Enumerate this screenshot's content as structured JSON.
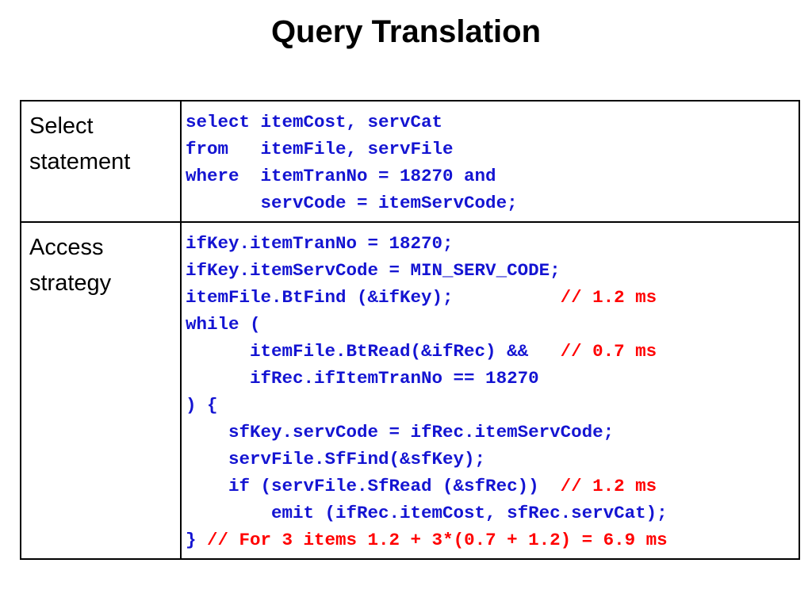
{
  "slide": {
    "title": "Query Translation"
  },
  "rows": [
    {
      "label_lines": [
        "Select",
        "statement"
      ],
      "code_lines": [
        {
          "code": "select itemCost, servCat",
          "comment": ""
        },
        {
          "code": "from   itemFile, servFile",
          "comment": ""
        },
        {
          "code": "where  itemTranNo = 18270 and",
          "comment": ""
        },
        {
          "code": "       servCode = itemServCode;",
          "comment": ""
        }
      ]
    },
    {
      "label_lines": [
        "Access",
        "strategy"
      ],
      "code_lines": [
        {
          "code": "ifKey.itemTranNo = 18270;",
          "comment": ""
        },
        {
          "code": "ifKey.itemServCode = MIN_SERV_CODE;",
          "comment": ""
        },
        {
          "code": "itemFile.BtFind (&ifKey);          ",
          "comment": "// 1.2 ms"
        },
        {
          "code": "while (",
          "comment": ""
        },
        {
          "code": "      itemFile.BtRead(&ifRec) &&   ",
          "comment": "// 0.7 ms"
        },
        {
          "code": "      ifRec.ifItemTranNo == 18270",
          "comment": ""
        },
        {
          "code": ") {",
          "comment": ""
        },
        {
          "code": "    sfKey.servCode = ifRec.itemServCode;",
          "comment": ""
        },
        {
          "code": "    servFile.SfFind(&sfKey);",
          "comment": ""
        },
        {
          "code": "    if (servFile.SfRead (&sfRec))  ",
          "comment": "// 1.2 ms"
        },
        {
          "code": "        emit (ifRec.itemCost, sfRec.servCat);",
          "comment": ""
        },
        {
          "code": "} ",
          "comment": "// For 3 items 1.2 + 3*(0.7 + 1.2) = 6.9 ms"
        }
      ]
    }
  ]
}
